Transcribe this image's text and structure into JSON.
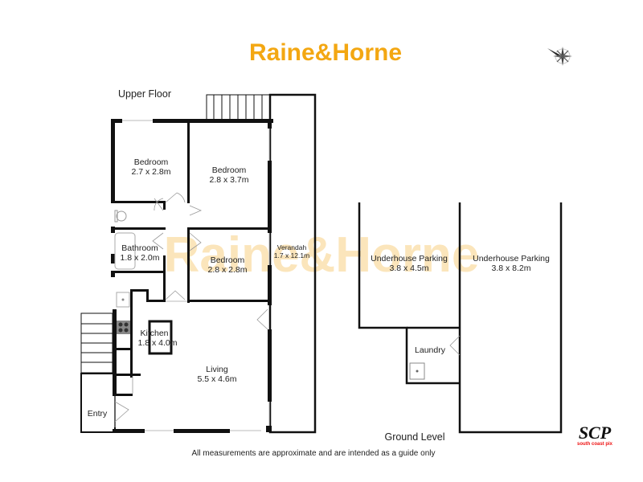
{
  "brand": {
    "logo_text": "Raine&Horne",
    "watermark_text": "Raine&Horne",
    "color": "#f3a712"
  },
  "upper_floor": {
    "title": "Upper Floor",
    "rooms": [
      {
        "name": "Bedroom",
        "size": "2.7 x 2.8m"
      },
      {
        "name": "Bedroom",
        "size": "2.8 x 3.7m"
      },
      {
        "name": "Bathroom",
        "size": "1.8 x 2.0m"
      },
      {
        "name": "Bedroom",
        "size": "2.8 x 2.8m"
      },
      {
        "name": "Verandah",
        "size": "1.7 x 12.1m"
      },
      {
        "name": "Kitchen",
        "size": "1.8 x 4.0m"
      },
      {
        "name": "Living",
        "size": "5.5 x 4.6m"
      },
      {
        "name": "Entry",
        "size": ""
      }
    ]
  },
  "ground_level": {
    "title": "Ground Level",
    "rooms": [
      {
        "name": "Underhouse Parking",
        "size": "3.8 x 4.5m"
      },
      {
        "name": "Underhouse Parking",
        "size": "3.8 x 8.2m"
      },
      {
        "name": "Laundry",
        "size": ""
      }
    ]
  },
  "disclaimer": "All measurements are approximate and are intended as a guide only",
  "photographer_logo": {
    "mark": "SCP",
    "subtitle": "south coast pix"
  },
  "icons": {
    "compass": "compass-rose-icon"
  }
}
